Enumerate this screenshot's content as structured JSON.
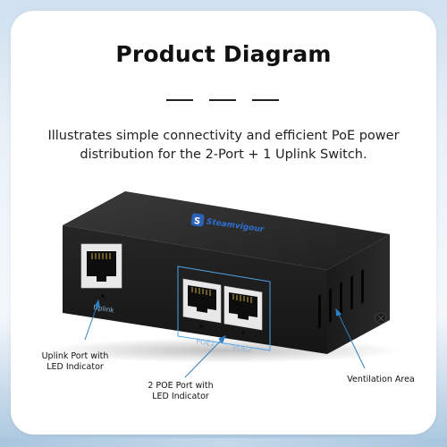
{
  "header": {
    "title": "Product Diagram",
    "subtitle_line1": "Illustrates simple connectivity and efficient PoE power",
    "subtitle_line2": "distribution for the 2-Port + 1 Uplink Switch."
  },
  "device": {
    "brand": "Steamvigour",
    "port_labels": {
      "uplink": "Uplink",
      "poe1": "POE1",
      "poe2": "POE2"
    }
  },
  "callouts": {
    "uplink_line1": "Uplink Port with",
    "uplink_line2": "LED Indicator",
    "poe_line1": "2 POE Port with",
    "poe_line2": "LED Indicator",
    "vent": "Ventilation Area"
  },
  "colors": {
    "accent_blue": "#2e7fc2",
    "device_body": "#1d1d1d",
    "frame_blue": "#a9c6df"
  }
}
